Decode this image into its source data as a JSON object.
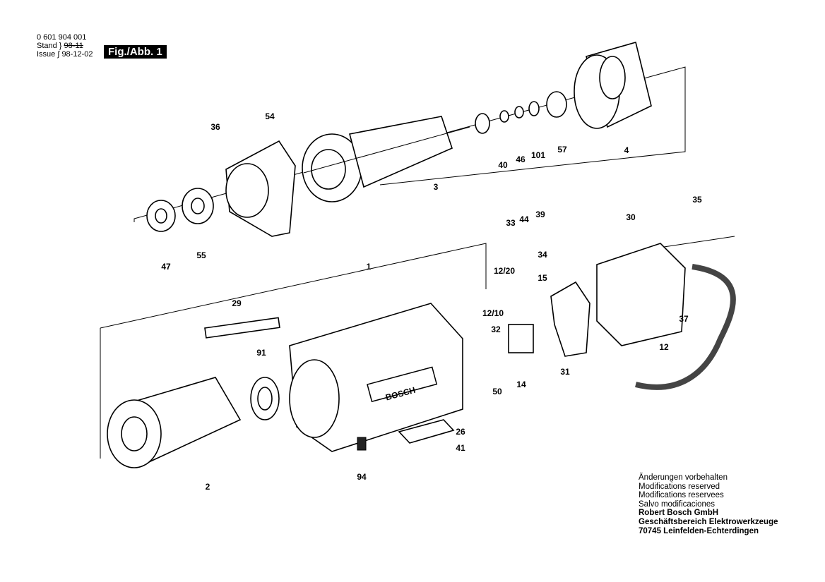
{
  "header": {
    "part_number": "0 601 904 001",
    "stand_label": "Stand",
    "stand_date_struck": "98-11",
    "issue_label": "Issue",
    "issue_date": "98-12-02",
    "figure_label": "Fig./Abb. 1"
  },
  "brand_logo": "BOSCH",
  "parts": [
    "36",
    "54",
    "3",
    "40",
    "46",
    "101",
    "57",
    "4",
    "47",
    "55",
    "35",
    "30",
    "33",
    "44",
    "39",
    "34",
    "12/20",
    "15",
    "12/10",
    "37",
    "12",
    "1",
    "29",
    "32",
    "91",
    "14",
    "31",
    "50",
    "26",
    "41",
    "94",
    "2"
  ],
  "notes": {
    "lines": [
      "Änderungen vorbehalten",
      "Modifications reserved",
      "Modifications reservees",
      "Salvo modificaciones"
    ],
    "company": "Robert Bosch GmbH",
    "division": "Geschäftsbereich Elektrowerkzeuge",
    "address": "70745 Leinfelden-Echterdingen"
  }
}
